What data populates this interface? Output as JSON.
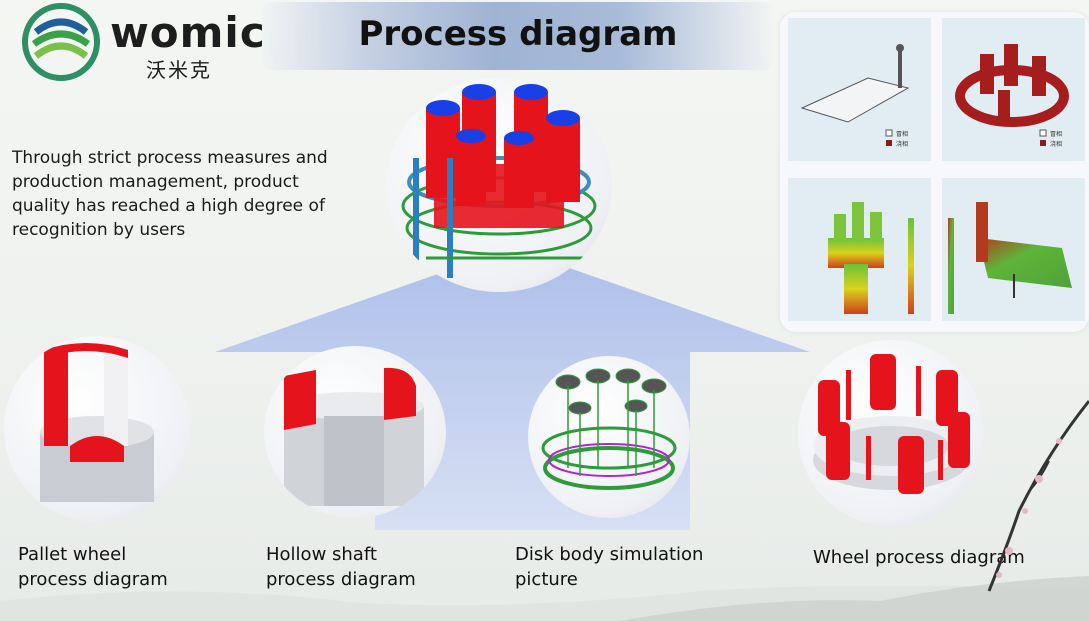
{
  "brand": {
    "name": "womic",
    "name_cn": "沃米克"
  },
  "title": "Process diagram",
  "intro_text": "Through strict process measures and production management, product quality has reached a high degree of recognition by users",
  "captions": {
    "pallet": "Pallet wheel\nprocess diagram",
    "hollow": "Hollow shaft\nprocess diagram",
    "disk": "Disk body simulation\npicture",
    "wheel": "Wheel process diagram"
  },
  "thumb_legends": {
    "mold": "冒相",
    "gate": "浇相"
  },
  "colors": {
    "red_part": "#e5141c",
    "green_mesh": "#2e9b3a",
    "blue_cap": "#1840e6",
    "arrow_blue": "#9fb2e6"
  }
}
